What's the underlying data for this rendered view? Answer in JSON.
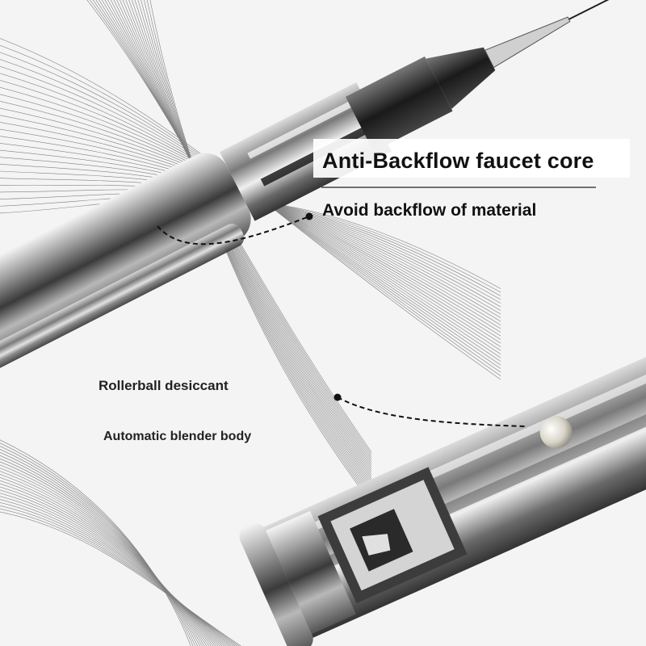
{
  "labels": {
    "core_title": "Anti-Backflow faucet core",
    "core_desc": "Avoid backflow of material",
    "rollerball": "Rollerball desiccant",
    "body": "Automatic blender body"
  },
  "colors": {
    "background": "#f4f4f4",
    "metal_dark": "#2a2a2a",
    "metal_mid": "#8a8a8a",
    "metal_light": "#e8e8e8",
    "text": "#111111",
    "fiber_lines": "#5a5a5a"
  }
}
